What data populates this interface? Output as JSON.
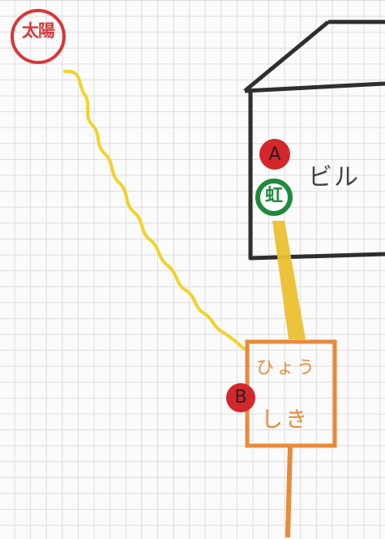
{
  "sun": {
    "label": "太陽"
  },
  "building": {
    "label": "ビル"
  },
  "points": {
    "a": "A",
    "b": "B"
  },
  "rainbow": {
    "label": "虹"
  },
  "sundial": {
    "line1": "ひょう",
    "line2": "しき"
  },
  "colors": {
    "sun": "#d8373a",
    "sun_ray": "#f2d22c",
    "shadow": "#ebc132",
    "building_outline": "#2e2e2e",
    "rainbow": "#1f8a3c",
    "point": "#d3272b",
    "sundial": "#e88a3a"
  }
}
